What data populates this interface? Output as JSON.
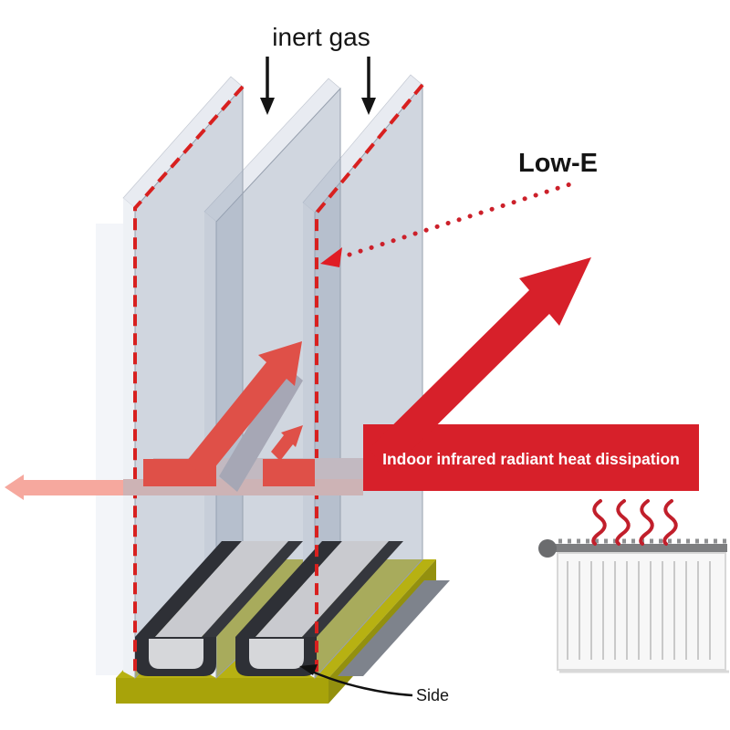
{
  "labels": {
    "inert_gas": "inert gas",
    "low_e": "Low-E",
    "banner": "Indoor infrared radiant heat dissipation",
    "side": "Side"
  },
  "icons": {
    "radiator": "radiator-icon",
    "heat_waves": "heat-waves-icon",
    "down_arrow": "down-arrow-icon",
    "dotted_pointer": "dotted-pointer-icon"
  },
  "colors": {
    "accent_red": "#d7202a",
    "dashed_seal_red": "#d8201f",
    "muted_arrow_red": "#df5048",
    "pink_arrow": "#f6a89e",
    "through_glass_band": "#c2b9c1",
    "glass": "#ccd3dd",
    "base_yellow_top": "#b7b112",
    "base_yellow_front": "#a8a30a",
    "spacer_dark": "#2e3036",
    "spacer_light": "#d6d7da",
    "radiator_grey": "#7d7e80",
    "heat_wave_red": "#c11f2b",
    "text_black": "#141414",
    "banner_text": "#ffffff"
  }
}
